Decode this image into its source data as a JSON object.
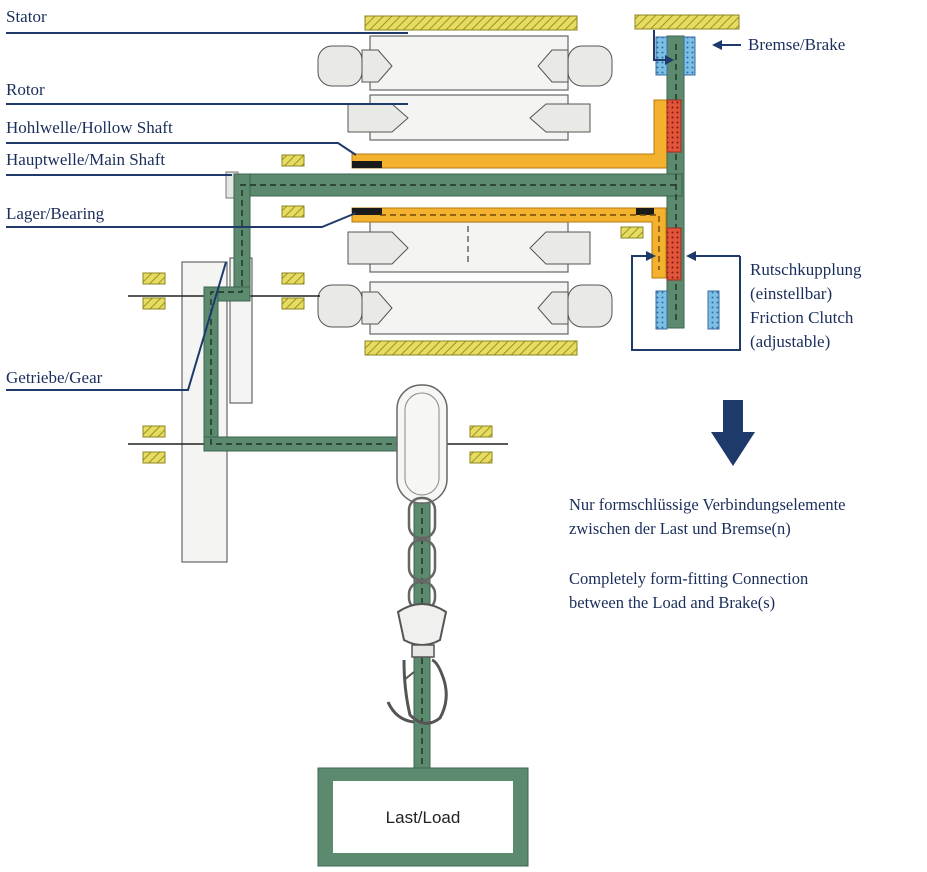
{
  "labels": {
    "stator": "Stator",
    "rotor": "Rotor",
    "hollow_shaft": "Hohlwelle/Hollow Shaft",
    "main_shaft": "Hauptwelle/Main Shaft",
    "bearing": "Lager/Bearing",
    "gear": "Getriebe/Gear",
    "brake": "Bremse/Brake",
    "clutch_line1": "Rutschkupplung",
    "clutch_line2": "(einstellbar)",
    "clutch_line3": "Friction Clutch",
    "clutch_line4": "(adjustable)",
    "load": "Last/Load"
  },
  "note": {
    "de_line1": "Nur formschlüssige Verbindungselemente",
    "de_line2": "zwischen der Last und Bremse(n)",
    "en_line1": "Completely form-fitting Connection",
    "en_line2": "between the Load and Brake(s)"
  },
  "colors": {
    "label_text": "#1a2e5a",
    "arrow": "#1e3a6b",
    "drive_train": "#5c8a6e",
    "hollow_shaft": "#f4b12e",
    "brake_lining": "#5aa8d8",
    "clutch_pad": "#d8402a",
    "housing_hatch": "#d9cf4a"
  }
}
